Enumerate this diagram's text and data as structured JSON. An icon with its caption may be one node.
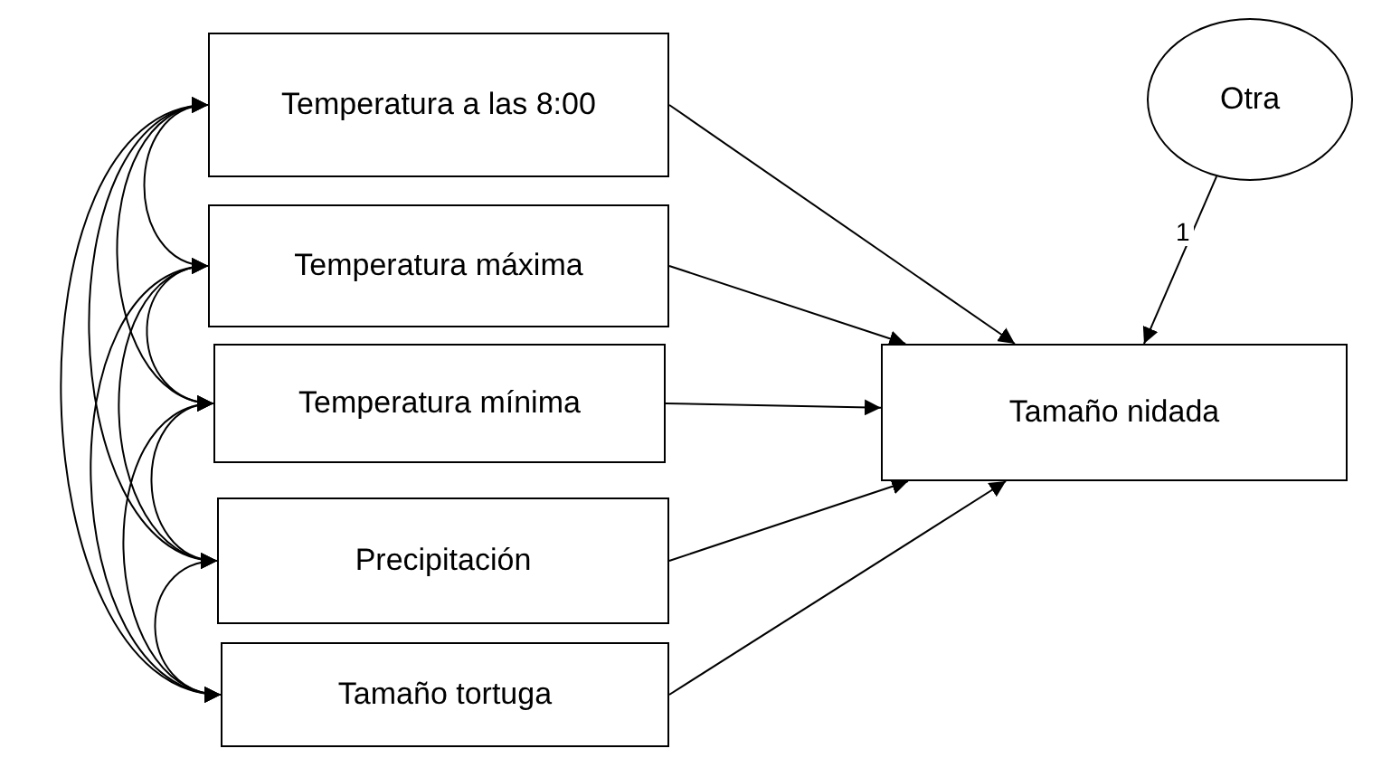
{
  "diagram": {
    "nodes": [
      {
        "text": [
          "Temperatura a las 8:00"
        ]
      },
      {
        "text": [
          "Temperatura máxima"
        ]
      },
      {
        "text": [
          "Temperatura mínima"
        ]
      },
      {
        "text": [
          "Precipitación"
        ]
      },
      {
        "text": [
          "Tamaño tortuga"
        ]
      },
      {
        "text": [
          "Tamaño nidada"
        ]
      },
      {
        "text": [
          "Otra"
        ]
      }
    ],
    "edges": [
      {
        "from": 0,
        "to": 5,
        "arrow": "to"
      },
      {
        "from": 1,
        "to": 5,
        "arrow": "to"
      },
      {
        "from": 2,
        "to": 5,
        "arrow": "to"
      },
      {
        "from": 3,
        "to": 5,
        "arrow": "to"
      },
      {
        "from": 4,
        "to": 5,
        "arrow": "to"
      },
      {
        "from": 6,
        "to": 5,
        "label": "1",
        "arrow": "to"
      },
      {
        "from": 0,
        "to": 1,
        "arrow": "both"
      },
      {
        "from": 0,
        "to": 2,
        "arrow": "both"
      },
      {
        "from": 0,
        "to": 3,
        "arrow": "both"
      },
      {
        "from": 0,
        "to": 4,
        "arrow": "both"
      },
      {
        "from": 1,
        "to": 2,
        "arrow": "both"
      },
      {
        "from": 1,
        "to": 3,
        "arrow": "both"
      },
      {
        "from": 1,
        "to": 4,
        "arrow": "both"
      },
      {
        "from": 2,
        "to": 3,
        "arrow": "both"
      },
      {
        "from": 2,
        "to": 4,
        "arrow": "both"
      },
      {
        "from": 3,
        "to": 4,
        "arrow": "both"
      }
    ]
  }
}
